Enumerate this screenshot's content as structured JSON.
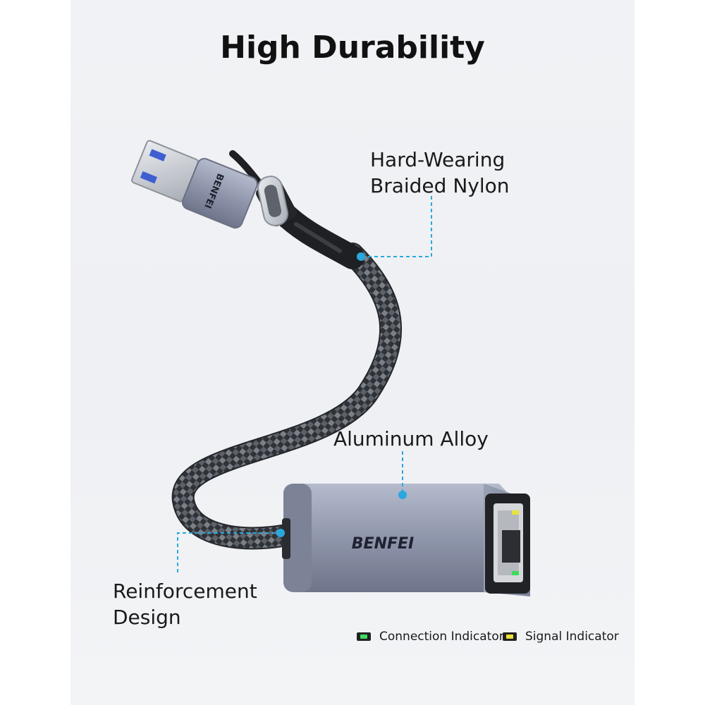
{
  "title": "High Durability",
  "callouts": {
    "nylon": {
      "line1": "Hard-Wearing",
      "line2": "Braided Nylon"
    },
    "alloy": {
      "line1": "Aluminum Alloy"
    },
    "reinforcement": {
      "line1": "Reinforcement",
      "line2": "Design"
    }
  },
  "brand": {
    "usb_plug": "BENFEI",
    "adapter": "BENFEI"
  },
  "legend": {
    "connection": {
      "label": "Connection Indicator",
      "color": "#3ddc5a"
    },
    "signal": {
      "label": "Signal Indicator",
      "color": "#e8e23a"
    }
  },
  "colors": {
    "callout_line": "#29a8e0",
    "aluminum": "#8c93a8",
    "cable": "#3a3d42"
  }
}
